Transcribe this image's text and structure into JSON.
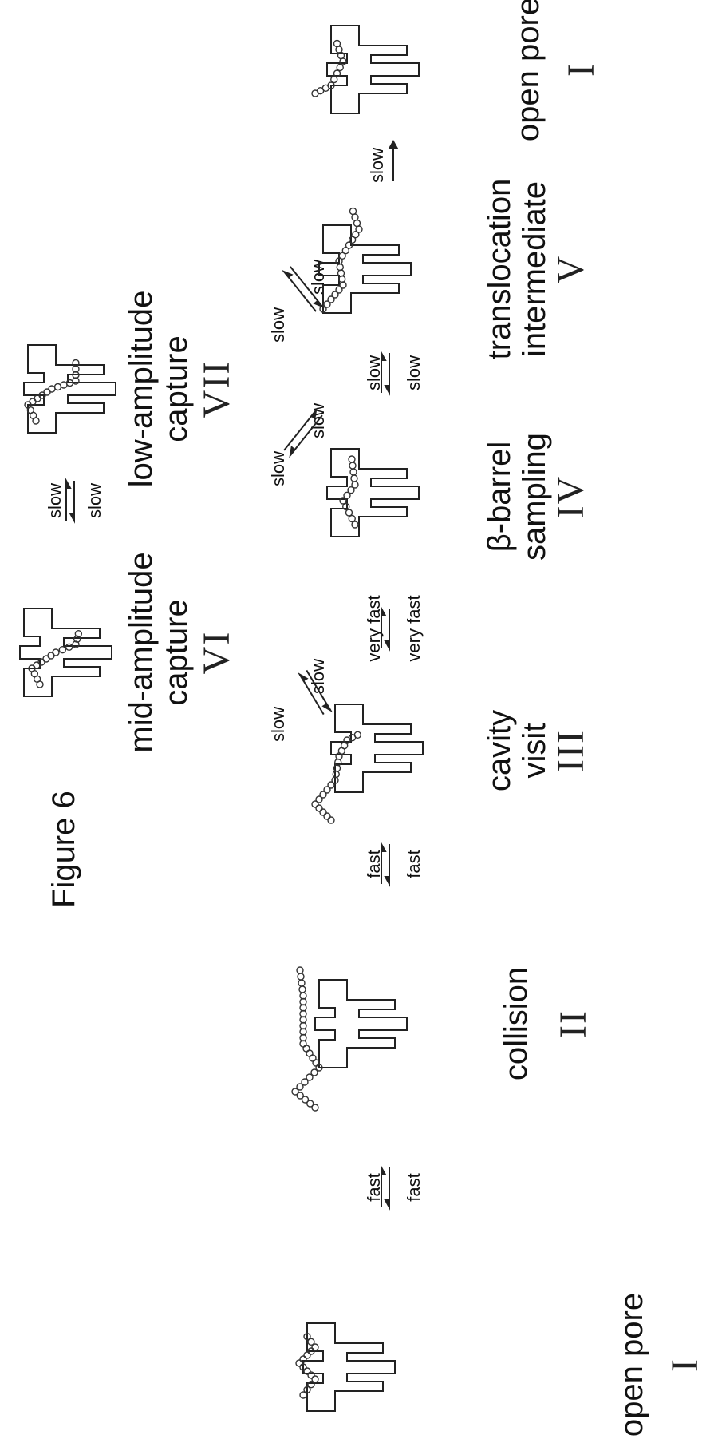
{
  "figure_title": "Figure 6",
  "states": [
    {
      "label": "open pore",
      "numeral": "I"
    },
    {
      "label": "collision",
      "numeral": "II"
    },
    {
      "label": "cavity\nvisit",
      "numeral": "III"
    },
    {
      "label": "β-barrel\nsampling",
      "numeral": "IV"
    },
    {
      "label": "translocation\nintermediate",
      "numeral": "V"
    },
    {
      "label": "open pore",
      "numeral": "I"
    },
    {
      "label": "mid-amplitude\ncapture",
      "numeral": "VI"
    },
    {
      "label": "low-amplitude\ncapture",
      "numeral": "VII"
    }
  ],
  "rates": {
    "r1_fwd": "fast",
    "r1_rev": "fast",
    "r2_fwd": "fast",
    "r2_rev": "fast",
    "r3_fwd": "very fast",
    "r3_rev": "very fast",
    "r4_fwd": "slow",
    "r4_rev": "slow",
    "r5_fwd": "slow",
    "r5_rev": "slow",
    "r6_fwd": "slow",
    "r6_rev": "slow",
    "r7_fwd": "slow",
    "r7_rev": "slow",
    "r8_fwd": "slow",
    "r8_rev": "slow",
    "r9_fwd": "slow"
  },
  "icons": [
    "pore-icon",
    "polypeptide-icon",
    "arrow-icon"
  ]
}
